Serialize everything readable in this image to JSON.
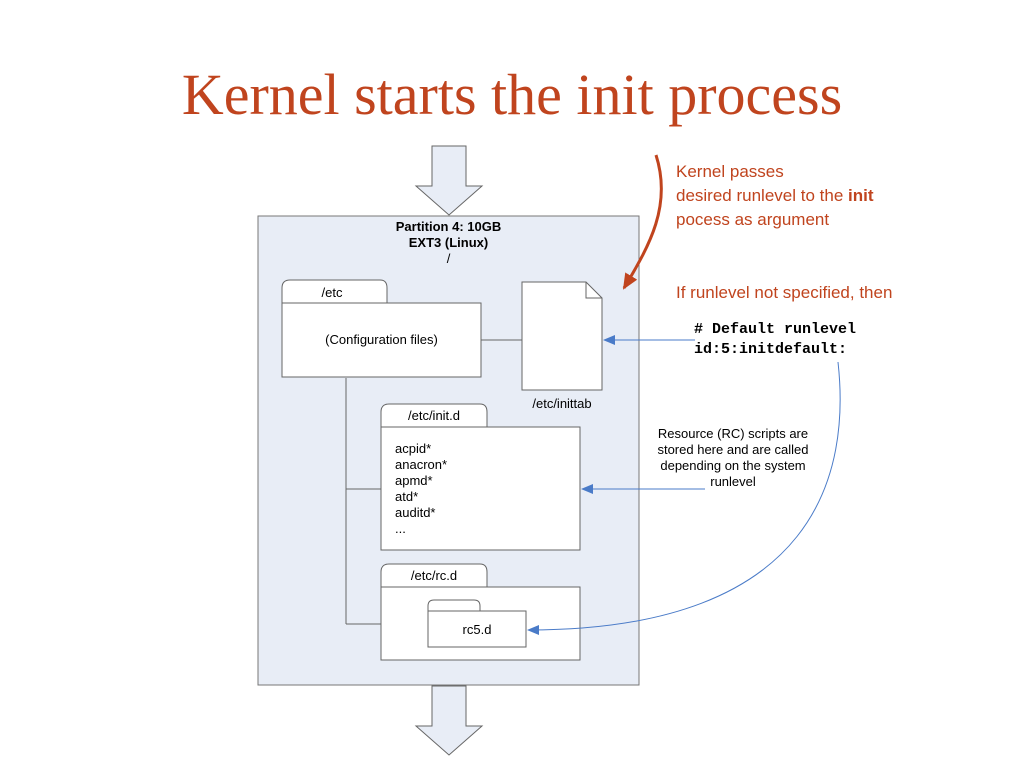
{
  "title": "Kernel starts the init process",
  "partition": {
    "line1": "Partition 4: 10GB",
    "line2": "EXT3 (Linux)",
    "line3": "/"
  },
  "etc": {
    "tab_label": "/etc",
    "content": "(Configuration files)"
  },
  "inittab": {
    "label": "/etc/inittab"
  },
  "initd": {
    "tab_label": "/etc/init.d",
    "files": [
      "acpid*",
      "anacron*",
      "apmd*",
      "atd*",
      "auditd*",
      "..."
    ]
  },
  "rcd": {
    "tab_label": "/etc/rc.d",
    "subfolder": "rc5.d"
  },
  "notes": {
    "kernel_line1": "Kernel passes",
    "kernel_line2_pre": "desired runlevel to the ",
    "kernel_line2_bold": "init",
    "kernel_line3": "pocess as argument",
    "runlevel_default": "If runlevel not specified, then",
    "rc_scripts_line1": "Resource (RC) scripts are",
    "rc_scripts_line2": "stored here and are called",
    "rc_scripts_line3": "depending on the system",
    "rc_scripts_line4": "runlevel"
  },
  "code": {
    "line1": "# Default runlevel",
    "line2": "id:5:initdefault:"
  },
  "colors": {
    "title": "#c0441e",
    "partition_fill": "#e8edf6",
    "arrow_fill": "#e8edf6",
    "connector_blue": "#4a7bc8",
    "callout_red": "#c0441e"
  }
}
